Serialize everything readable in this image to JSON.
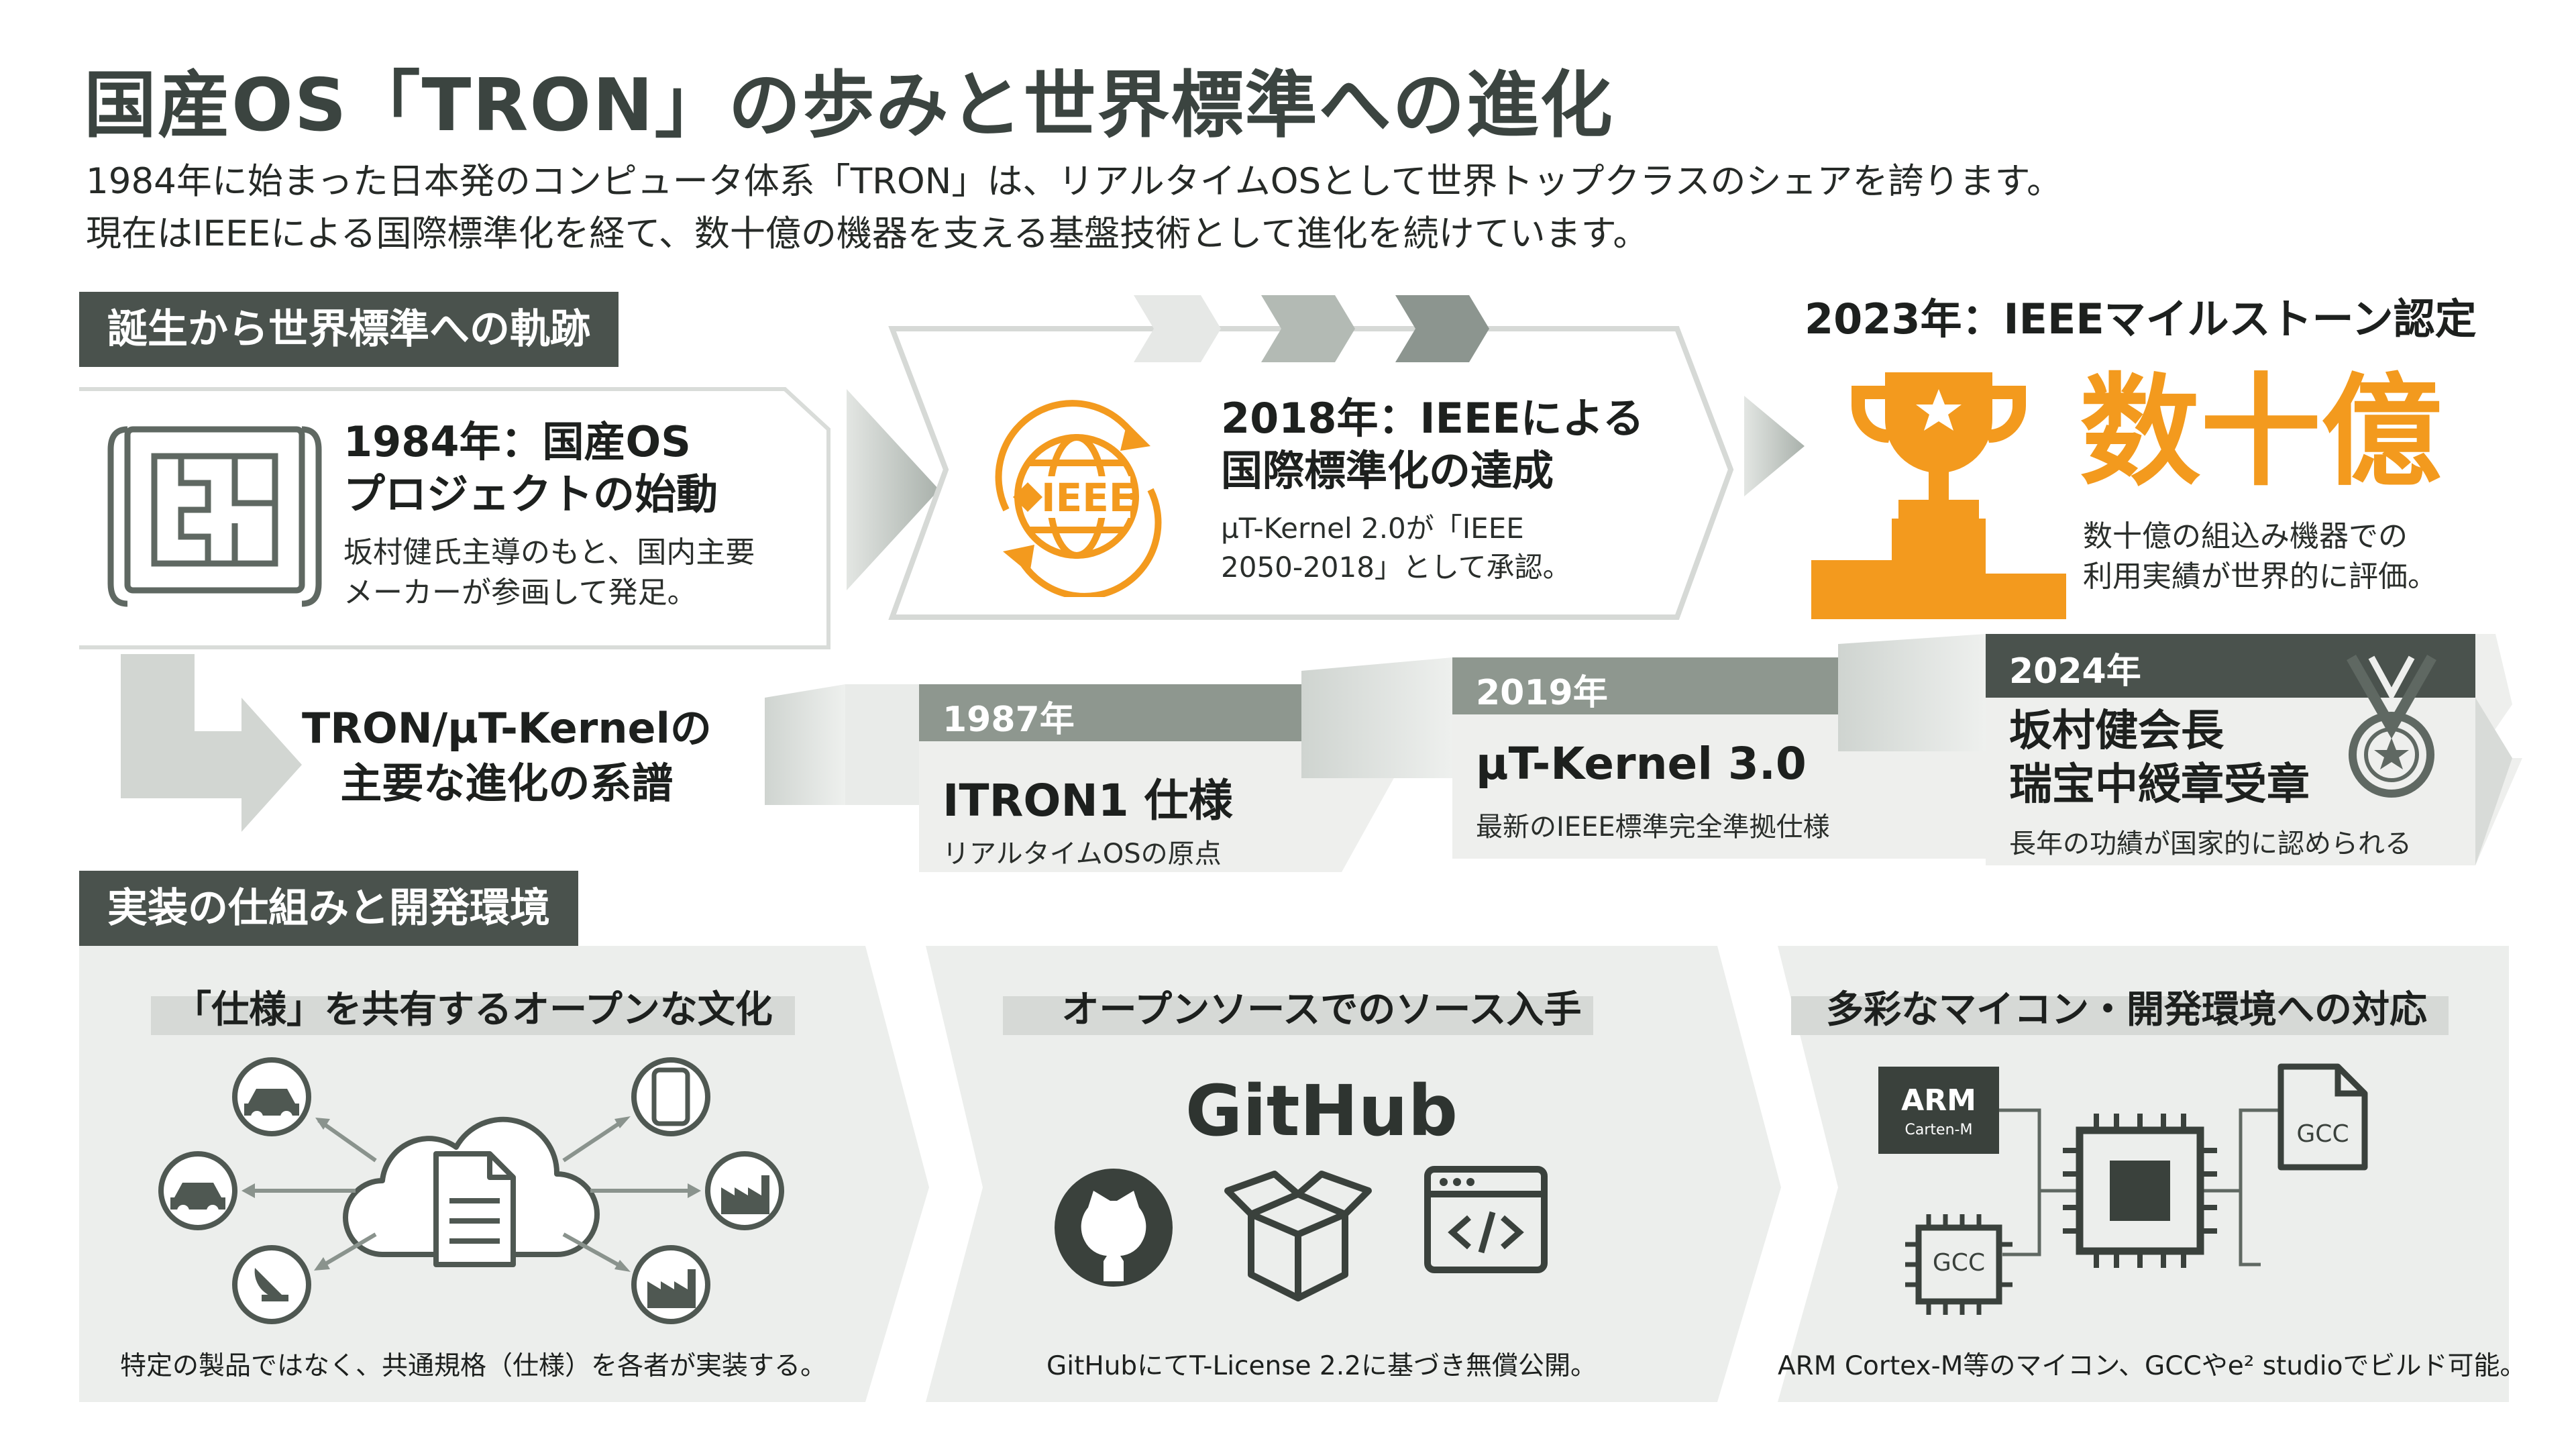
{
  "header": {
    "title": "国産OS「TRON」の歩みと世界標準への進化",
    "subtitle_line1": "1984年に始まった日本発のコンピュータ体系「TRON」は、リアルタイムOSとして世界トップクラスのシェアを誇ります。",
    "subtitle_line2": "現在はIEEEによる国際標準化を経て、数十億の機器を支える基盤技術として進化を続けています。"
  },
  "timeline_section": {
    "heading": "誕生から世界標準への軌跡",
    "m1984": {
      "title_line1": "1984年：国産OS",
      "title_line2": "プロジェクトの始動",
      "desc_line1": "坂村健氏主導のもと、国内主要",
      "desc_line2": "メーカーが参画して発足。",
      "icon": "blueprint-scroll-icon"
    },
    "m2018": {
      "title_line1": "2018年：IEEEによる",
      "title_line2": "国際標準化の達成",
      "desc_line1": "µT-Kernel 2.0が「IEEE",
      "desc_line2": "2050-2018」として承認。",
      "icon_label": "IEEE"
    },
    "m2023": {
      "heading": "2023年：IEEEマイルストーン認定",
      "big_text": "数十億",
      "desc_line1": "数十億の組込み機器での",
      "desc_line2": "利用実績が世界的に評価。",
      "icon": "trophy-podium-icon"
    },
    "lineage_label_line1": "TRON/µT-Kernelの",
    "lineage_label_line2": "主要な進化の系譜",
    "steps": [
      {
        "year": "1987年",
        "title": "ITRON1 仕様",
        "desc": "リアルタイムOSの原点"
      },
      {
        "year": "2019年",
        "title": "µT-Kernel 3.0",
        "desc": "最新のIEEE標準完全準拠仕様"
      },
      {
        "year": "2024年",
        "title_line1": "坂村健会長",
        "title_line2": "瑞宝中綬章受章",
        "desc": "長年の功績が国家的に認められる",
        "icon": "medal-icon"
      }
    ]
  },
  "impl_section": {
    "heading": "実装の仕組みと開発環境",
    "cards": [
      {
        "title": "「仕様」を共有するオープンな文化",
        "caption": "特定の製品ではなく、共通規格（仕様）を各者が実装する。"
      },
      {
        "title": "オープンソースでのソース入手",
        "brand": "GitHub",
        "caption": "GitHubにてT-License 2.2に基づき無償公開。"
      },
      {
        "title": "多彩なマイコン・開発環境への対応",
        "arm_label": "ARM",
        "arm_sub": "Carten-M",
        "gcc_file_label": "GCC",
        "gcc_chip_label": "GCC",
        "caption": "ARM Cortex-M等のマイコン、GCCやe² studioでビルド可能。"
      }
    ]
  },
  "colors": {
    "accent": "#f39a1e",
    "dark": "#4a524d",
    "mid": "#8a938d",
    "light": "#e9eae8"
  }
}
